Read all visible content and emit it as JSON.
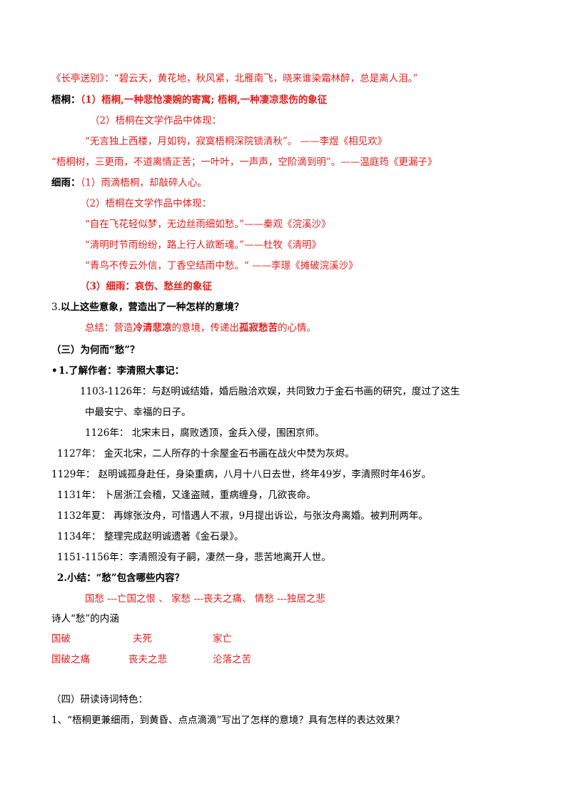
{
  "l01": "《长亭送别》：“碧云天，黄花地，秋风紧，北雁南飞，晓来谁染霜林醉，总是离人泪。”",
  "l02_head": "梧桐：",
  "l02_body": "（1）梧桐,一种悲怆凄婉的寄寓; 梧桐,一种凄凉悲伤的象征",
  "l03": "（2）梧桐在文学作品中体现：",
  "l04": "“无言独上西楼，月如钩，寂寞梧桐深院锁清秋”。 ——李煜《相见欢》",
  "l05": "“梧桐树，三更雨，不道离情正苦；一叶叶，一声声，空阶滴到明”。——温庭筠《更漏子》",
  "l06_head": "细雨：",
  "l06_body": "（1）雨滴梧桐，却敲碎人心。",
  "l07": "（2）梧桐在文学作品中体现：",
  "l08": "“自在飞花轻似梦，无边丝雨细如愁。”——秦观《浣溪沙》",
  "l09": "“清明时节雨纷纷，路上行人欲断魂。”——杜牧《清明》",
  "l10": "“青鸟不传云外信，丁香空结雨中愁。“ ——李璟《摊破浣溪沙》",
  "l11": "（3）细雨：哀伤、愁丝的象征",
  "l12_num": "3.",
  "l12_body": "以上这些意象，营造出了一种怎样的意境？",
  "l13_a": "总结：营造",
  "l13_b": "冷清悲凉",
  "l13_c": "的意境，传递出",
  "l13_d": "孤寂愁苦",
  "l13_e": "的心情。",
  "l14": "（三）为何而“愁”？",
  "l15_bullet": "•",
  "l15": "1.了解作者：李清照大事记：",
  "l16": "1103-1126年：与赵明诚结婚，婚后融洽欢娱，共同致力于金石书画的研究，度过了这生",
  "l17": "中最安宁、幸福的日子。",
  "l18": "1126年： 北宋末日，腐败透顶，金兵入侵，围困京师。",
  "l19": "1127年： 金灭北宋，二人所存的十余屋金石书画在战火中焚为灰烬。",
  "l20": "1129年： 赵明诚孤身赴任，身染重病，八月十八日去世，终年49岁，李清照时年46岁。",
  "l21": "1131年： 卜居浙江会稽，又逢盗贼，重病缠身，几欲丧命。",
  "l22": "1132年夏： 再嫁张汝舟，可惜遇人不淑，9月提出诉讼，与张汝舟离婚。被判刑两年。",
  "l23": "1134年： 整理完成赵明诚遗著《金石录》。",
  "l24": "1151-1156年：李清照没有子嗣，凄然一身，悲苦地离开人世。",
  "l25": "2.小结：“愁”包含哪些内容？",
  "l26": "国愁 ---亡国之恨 、 家愁 ---丧夫之痛、 情愁 ---独居之悲",
  "l27": "诗人“愁”的内涵",
  "row1": [
    "国破",
    "夫死",
    "家亡"
  ],
  "row2": [
    "国破之痛",
    "丧夫之悲",
    "沦落之苦"
  ],
  "l30": "（四）研读诗词特色：",
  "l31": "1、“梧桐更兼细雨，到黄昏、点点滴滴”写出了怎样的意境？具有怎样的表达效果？",
  "colors": {
    "accent_red": "#e0201e",
    "text": "#000000"
  }
}
